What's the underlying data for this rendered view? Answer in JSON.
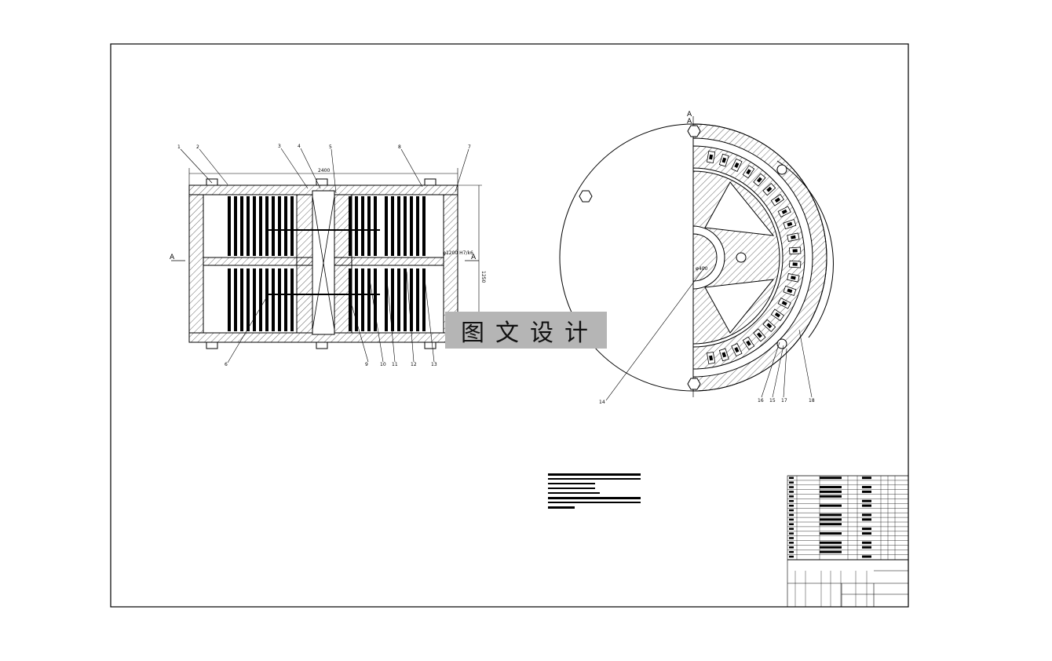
{
  "section_mark": "A",
  "front_view": {
    "overall_width_label": "2400",
    "fit_label": "φ1200 H7/k6",
    "height_label": "1250",
    "callouts": [
      "1",
      "2",
      "3",
      "4",
      "5",
      "6",
      "7",
      "8",
      "9",
      "10",
      "11",
      "12",
      "13"
    ]
  },
  "side_view": {
    "callouts": [
      "14",
      "15",
      "16",
      "17",
      "18"
    ],
    "center_label": "φ400"
  },
  "watermark": "图文设计"
}
